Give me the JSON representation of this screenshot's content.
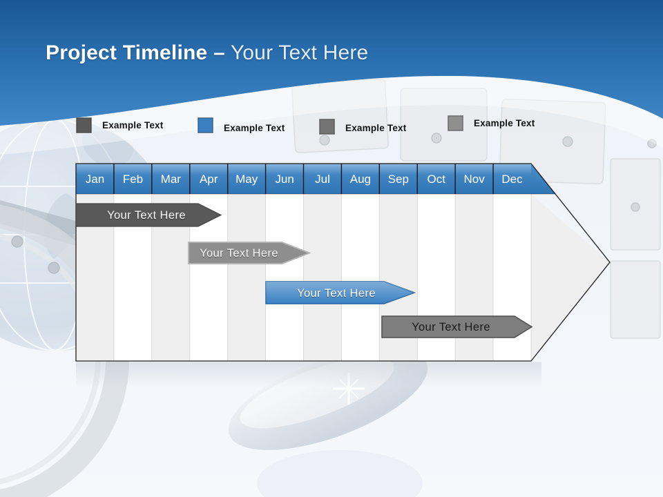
{
  "slide": {
    "title": {
      "bold": "Project Timeline",
      "dash": "–",
      "rest": "Your Text Here"
    },
    "accent_blue": "#3a80c1",
    "header_gradient_top": "#1a5796",
    "header_gradient_bottom": "#3f87c6",
    "background": "#f3f7fb"
  },
  "legend": {
    "items": [
      {
        "label": "Example Text",
        "color": "#595959"
      },
      {
        "label": "Example Text",
        "color": "#3a7fc1"
      },
      {
        "label": "Example Text",
        "color": "#747474"
      },
      {
        "label": "Example Text",
        "color": "#8f8f8f"
      }
    ]
  },
  "timeline": {
    "months": [
      "Jan",
      "Feb",
      "Mar",
      "Apr",
      "May",
      "Jun",
      "Jul",
      "Aug",
      "Sep",
      "Oct",
      "Nov",
      "Dec"
    ],
    "header_color": "#3a80c1",
    "stripe_color": "#efefef",
    "bars": [
      {
        "label": "Your Text Here",
        "color": "#595959",
        "text_color": "#ffffff",
        "start": "Jan",
        "end": "mid-Apr",
        "row": 1
      },
      {
        "label": "Your Text Here",
        "color": "#8e8e8e",
        "text_color": "#ffffff",
        "start": "Apr",
        "end": "mid-Jul",
        "row": 2
      },
      {
        "label": "Your Text Here",
        "color": "#3b82c4",
        "text_color": "#ffffff",
        "start": "Jun",
        "end": "early-Oct",
        "row": 3
      },
      {
        "label": "Your Text Here",
        "color": "#7e7e7e",
        "text_color": "#1a1a1a",
        "start": "Sep",
        "end": "Dec",
        "row": 4
      }
    ]
  }
}
